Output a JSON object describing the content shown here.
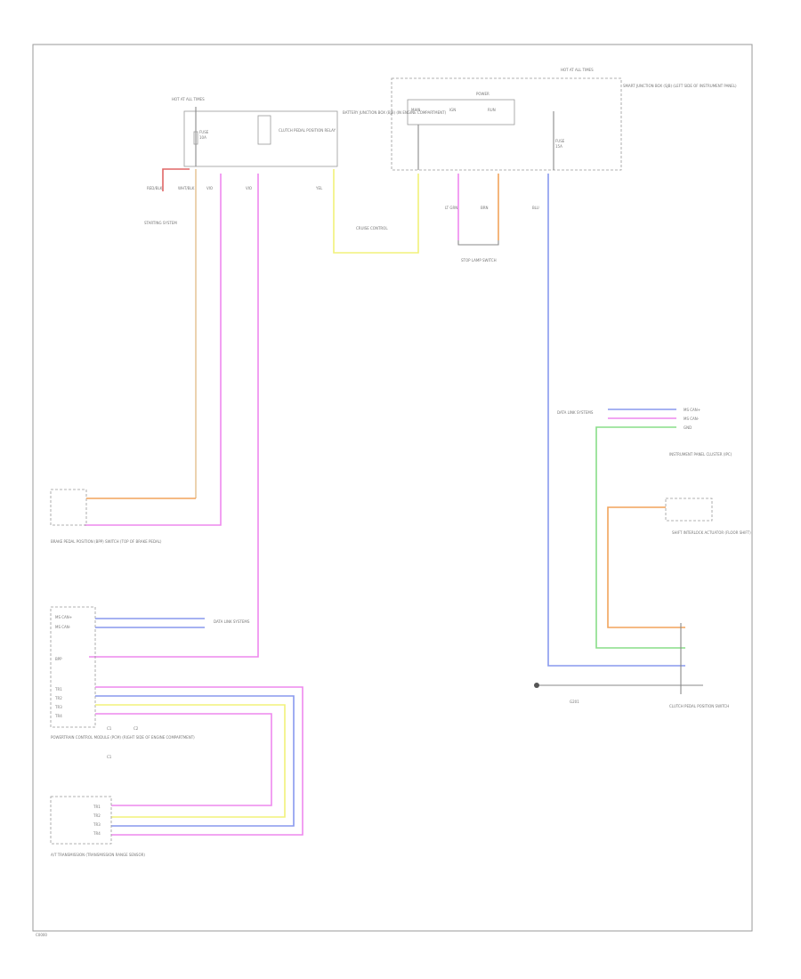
{
  "footer": {
    "code": "C0000"
  },
  "hot_at_all_times_1": "HOT AT ALL TIMES",
  "hot_at_all_times_2": "HOT AT ALL TIMES",
  "battery_junction_box": "BATTERY JUNCTION BOX (BJB) (IN ENGINE COMPARTMENT)",
  "power_dist_box": "SMART JUNCTION BOX (SJB) (LEFT SIDE OF INSTRUMENT PANEL)",
  "power_dist_label": "POWER",
  "fuse_a": {
    "name": "FUSE",
    "value": "10A"
  },
  "fuse_b": {
    "name": "FUSE",
    "value": "15A"
  },
  "relay_label": "CLUTCH PEDAL POSITION RELAY",
  "bjb_pins": [
    "MAIN",
    "IGN",
    "RUN"
  ],
  "starting_system": "STARTING SYSTEM",
  "cruise_control": "CRUISE CONTROL",
  "stop_lamp": "STOP LAMP SWITCH",
  "brake_switch": "BRAKE PEDAL POSITION (BPP) SWITCH (TOP OF BRAKE PEDAL)",
  "pcm": "POWERTRAIN CONTROL MODULE (PCM) (RIGHT SIDE OF ENGINE COMPARTMENT)",
  "pcm_pins": [
    "MS CAN+",
    "MS CAN-",
    "BPP",
    "TR1",
    "TR2",
    "TR3",
    "TR4"
  ],
  "pcm_pin_nums": [
    "C1",
    "C2",
    "C1"
  ],
  "at_transmission": "A/T TRANSMISSION (TRANSMISSION RANGE SENSOR)",
  "tr_pins": [
    "TR1",
    "TR2",
    "TR3",
    "TR4"
  ],
  "data_link": "DATA LINK SYSTEMS",
  "cluster": "INSTRUMENT PANEL CLUSTER (IPC)",
  "cluster_pins": [
    "MS CAN+",
    "MS CAN-",
    "GND"
  ],
  "shift_interlock": "SHIFT INTERLOCK ACTUATOR (FLOOR SHIFT)",
  "ground": "G201",
  "clutch_switch": "CLUTCH PEDAL POSITION SWITCH",
  "wire_labels": {
    "red_blk": "RED/BLK",
    "wht_blk": "WHT/BLK",
    "lt_grn": "LT GRN",
    "yel": "YEL",
    "vio": "VIO",
    "brn": "BRN",
    "blu": "BLU"
  },
  "colors": {
    "orange": "#f2a45c",
    "tan": "#e8c79b",
    "pink": "#ee88ee",
    "yellow": "#f2f27a",
    "green": "#88dd88",
    "blue": "#8899ee",
    "red": "#e06666"
  }
}
